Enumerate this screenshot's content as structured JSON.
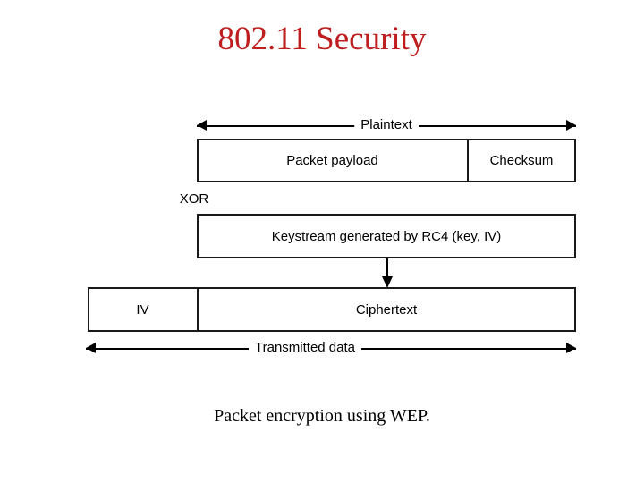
{
  "slide": {
    "title": "802.11 Security",
    "title_color": "#BE1E1E",
    "background_color": "#FFFFFF",
    "caption": "Packet encryption using WEP."
  },
  "figure": {
    "name": "wep-packet-encryption-diagram",
    "line_color": "#1A1A1A",
    "text_color": "#000000",
    "measures": {
      "top": "Plaintext",
      "bottom": "Transmitted data"
    },
    "operation_label": "XOR",
    "rows": [
      {
        "id": "plaintext-row",
        "cells": [
          {
            "label": "Packet payload"
          },
          {
            "label": "Checksum"
          }
        ]
      },
      {
        "id": "keystream-row",
        "cells": [
          {
            "label": "Keystream generated by RC4 (key, IV)"
          }
        ]
      },
      {
        "id": "transmitted-row",
        "cells": [
          {
            "label": "IV"
          },
          {
            "label": "Ciphertext"
          }
        ]
      }
    ]
  }
}
